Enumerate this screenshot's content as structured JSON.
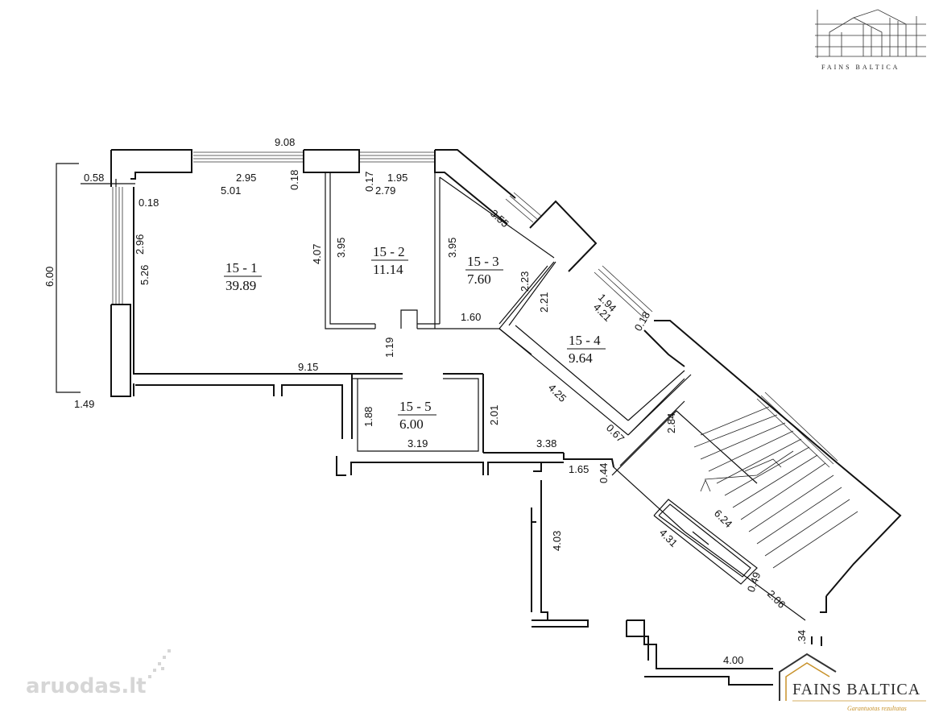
{
  "rooms": [
    {
      "id": "15 - 1",
      "area": "39.89"
    },
    {
      "id": "15 - 2",
      "area": "11.14"
    },
    {
      "id": "15 - 3",
      "area": "7.60"
    },
    {
      "id": "15 - 4",
      "area": "9.64"
    },
    {
      "id": "15 - 5",
      "area": "6.00"
    }
  ],
  "dims": {
    "top_total": "9.08",
    "left_offset": "0.58",
    "top_seg1": "2.95",
    "wall_018_a": "0.18",
    "wall_017": "0.17",
    "top_seg2": "1.95",
    "room1_width": "5.01",
    "room2_width": "2.79",
    "wall_018_b": "0.18",
    "left_total": "6.00",
    "win_left": "2.96",
    "room1_height": "5.26",
    "room1_partition": "4.07",
    "room2_height": "3.95",
    "room3_height": "3.95",
    "room3_diag": "3.55",
    "room3_inner": "2.23",
    "room3_bottom": "1.60",
    "room4_left": "2.21",
    "room4_top_a": "1.94",
    "room4_top_b": "4.21",
    "wall_018_c": "0.18",
    "corridor_gap": "1.19",
    "corridor_len": "9.15",
    "bottom_left": "1.49",
    "room5_height": "1.88",
    "room5_side": "2.01",
    "room5_width": "3.19",
    "room4_bottom": "4.25",
    "door_067": "0.67",
    "stair_284": "2.84",
    "hall_338": "3.38",
    "hall_165": "1.65",
    "wall_044": "0.44",
    "hall_403": "4.03",
    "stair_624": "6.24",
    "stair_431": "4.31",
    "wall_049": "0.49",
    "stair_206": "2.06",
    "bottom_34": ".34",
    "bottom_400": "4.00"
  },
  "branding": {
    "top_logo_text": "FAINS BALTICA",
    "bottom_logo_text": "FAINS BALTICA",
    "bottom_logo_tagline": "Garantuotas rezultatas",
    "watermark": "aruodas.lt"
  }
}
